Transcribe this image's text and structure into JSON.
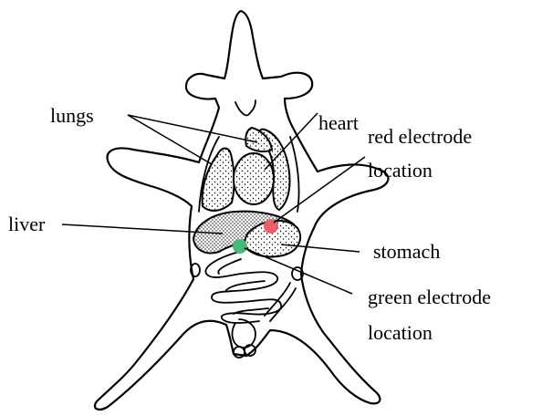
{
  "labels": {
    "lungs": "lungs",
    "heart": "heart",
    "red_electrode_line1": "red electrode",
    "red_electrode_line2": "location",
    "liver": "liver",
    "stomach": "stomach",
    "green_electrode_line1": "green electrode",
    "green_electrode_line2": "location"
  },
  "colors": {
    "red_electrode": "#e8606a",
    "green_electrode": "#48b878",
    "outline": "#000000"
  }
}
